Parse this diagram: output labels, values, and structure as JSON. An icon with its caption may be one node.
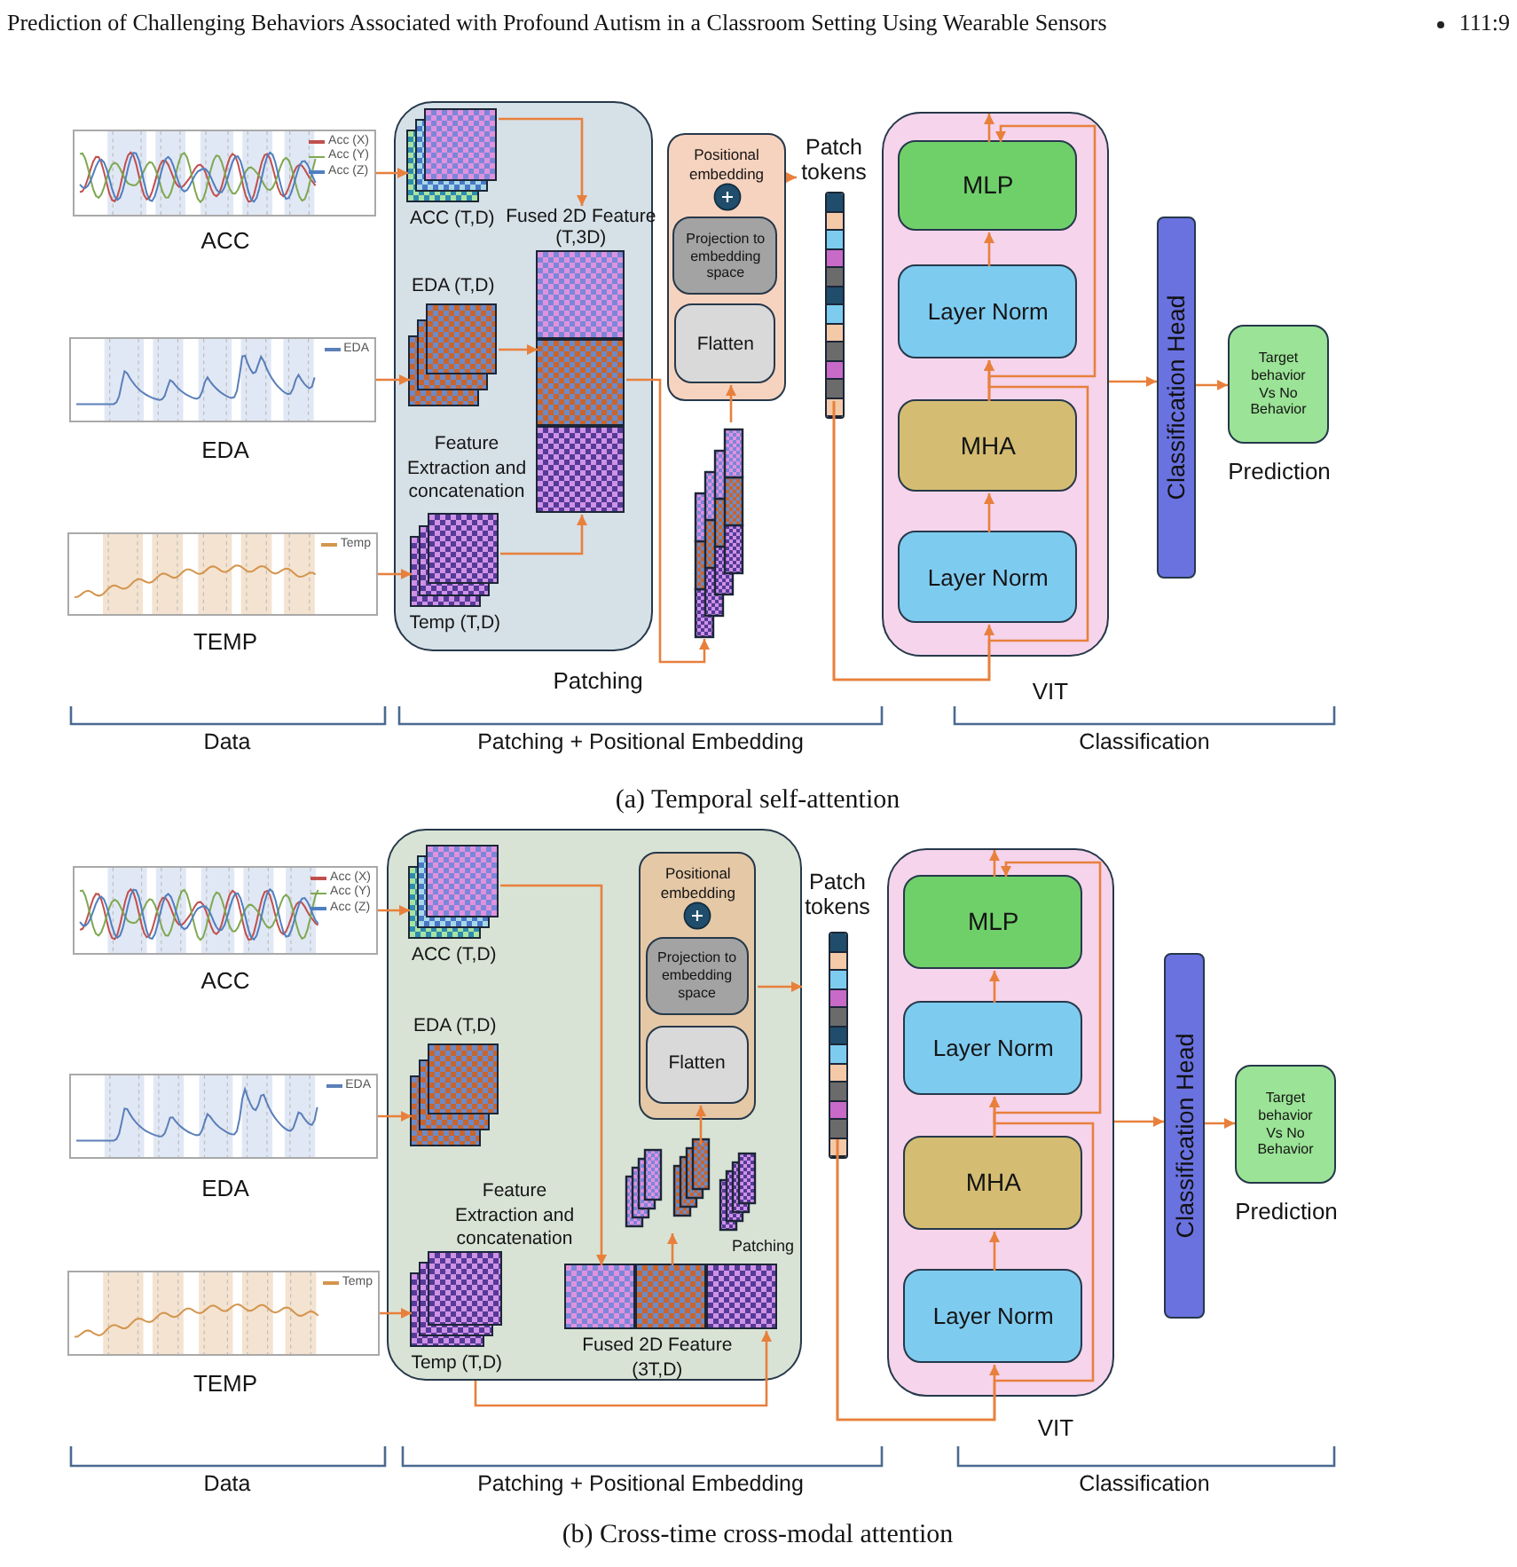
{
  "diagram": {
    "nodes": [
      {
        "text": [
          "Feature Extraction and concatenation"
        ]
      },
      {
        "text": [
          "Acc (X)",
          "Acc (Y)",
          "Acc (Z)"
        ],
        "beside": [
          "ACC"
        ]
      },
      {
        "text": [
          "EDA"
        ],
        "beside": [
          "EDA"
        ]
      },
      {
        "text": [
          "Temp"
        ],
        "beside": [
          "TEMP"
        ]
      },
      {
        "text": [
          "ACC (T,D)"
        ],
        "in": 0
      },
      {
        "text": [
          "EDA (T,D)"
        ],
        "in": 0
      },
      {
        "text": [
          "Temp (T,D)"
        ],
        "in": 0
      },
      {
        "text": [
          "Fused 2D Feature (T,3D)"
        ],
        "in": 0
      },
      {
        "text": [],
        "shape": "box",
        "beside": [
          "Patching"
        ]
      },
      {
        "text": [
          "Positional embedding"
        ]
      },
      {
        "text": [
          "Projection to embedding space"
        ],
        "in": 9
      },
      {
        "text": [
          "Flatten"
        ],
        "in": 9
      },
      {
        "text": [
          "Patch tokens"
        ]
      },
      {
        "text": [
          "VIT"
        ]
      },
      {
        "text": [
          "MLP"
        ],
        "in": 13
      },
      {
        "text": [
          "Layer Norm"
        ],
        "in": 13
      },
      {
        "text": [
          "MHA"
        ],
        "in": 13
      },
      {
        "text": [
          "Layer Norm"
        ],
        "in": 13
      },
      {
        "text": [
          "Classification Head"
        ]
      },
      {
        "text": [
          "Target behavior Vs No Behavior"
        ],
        "beside": [
          "Prediction"
        ]
      },
      {
        "text": [
          "Feature Extraction and concatenation"
        ]
      },
      {
        "text": [
          "Acc (X)",
          "Acc (Y)",
          "Acc (Z)"
        ],
        "beside": [
          "ACC"
        ]
      },
      {
        "text": [
          "EDA"
        ],
        "beside": [
          "EDA"
        ]
      },
      {
        "text": [
          "Temp"
        ],
        "beside": [
          "TEMP"
        ]
      },
      {
        "text": [
          "ACC (T,D)"
        ],
        "in": 20
      },
      {
        "text": [
          "EDA (T,D)"
        ],
        "in": 20
      },
      {
        "text": [
          "Temp (T,D)"
        ],
        "in": 20
      },
      {
        "text": [
          "Fused 2D Feature (3T,D)"
        ],
        "in": 20
      },
      {
        "text": [],
        "shape": "box",
        "in": 20,
        "beside": [
          "Patching"
        ]
      },
      {
        "text": [
          "Positional embedding"
        ],
        "in": 20
      },
      {
        "text": [
          "Projection to embedding space"
        ],
        "in": 29
      },
      {
        "text": [
          "Flatten"
        ],
        "in": 29
      },
      {
        "text": [
          "Patch tokens"
        ]
      },
      {
        "text": [
          "VIT"
        ]
      },
      {
        "text": [
          "MLP"
        ],
        "in": 33
      },
      {
        "text": [
          "Layer Norm"
        ],
        "in": 33
      },
      {
        "text": [
          "MHA"
        ],
        "in": 33
      },
      {
        "text": [
          "Layer Norm"
        ],
        "in": 33
      },
      {
        "text": [
          "Classification Head"
        ]
      },
      {
        "text": [
          "Target behavior Vs No Behavior"
        ],
        "beside": [
          "Prediction"
        ]
      }
    ],
    "edges": [
      {
        "from": 1,
        "to": 4,
        "arrow": "to"
      },
      {
        "from": 2,
        "to": 5,
        "arrow": "to"
      },
      {
        "from": 3,
        "to": 6,
        "arrow": "to"
      },
      {
        "from": 4,
        "to": 7,
        "arrow": "to"
      },
      {
        "from": 5,
        "to": 7,
        "arrow": "to"
      },
      {
        "from": 6,
        "to": 7,
        "arrow": "to"
      },
      {
        "from": 7,
        "to": 8,
        "arrow": "to"
      },
      {
        "from": 8,
        "to": 11,
        "arrow": "to"
      },
      {
        "from": 9,
        "to": 12,
        "arrow": "to"
      },
      {
        "from": 12,
        "to": 17,
        "arrow": "to"
      },
      {
        "from": 17,
        "to": 16,
        "arrow": "to"
      },
      {
        "from": 16,
        "to": 15,
        "arrow": "to"
      },
      {
        "from": 15,
        "to": 14,
        "arrow": "to"
      },
      {
        "from": 13,
        "to": 18,
        "arrow": "to"
      },
      {
        "from": 18,
        "to": 19,
        "arrow": "to"
      },
      {
        "from": 21,
        "to": 24,
        "arrow": "to"
      },
      {
        "from": 22,
        "to": 25,
        "arrow": "to"
      },
      {
        "from": 23,
        "to": 26,
        "arrow": "to"
      },
      {
        "from": 24,
        "to": 27,
        "arrow": "to"
      },
      {
        "from": 26,
        "to": 27,
        "arrow": "to"
      },
      {
        "from": 27,
        "to": 28,
        "arrow": "to"
      },
      {
        "from": 28,
        "to": 31,
        "arrow": "to"
      },
      {
        "from": 29,
        "to": 32,
        "arrow": "to"
      },
      {
        "from": 32,
        "to": 37,
        "arrow": "to"
      },
      {
        "from": 37,
        "to": 36,
        "arrow": "to"
      },
      {
        "from": 36,
        "to": 35,
        "arrow": "to"
      },
      {
        "from": 35,
        "to": 34,
        "arrow": "to"
      },
      {
        "from": 33,
        "to": 38,
        "arrow": "to"
      },
      {
        "from": 38,
        "to": 39,
        "arrow": "to"
      },
      {
        "from": 12,
        "to": 15,
        "arrow": "to"
      },
      {
        "from": 16,
        "to": 14,
        "arrow": "to"
      },
      {
        "from": 14,
        "to": null,
        "arrow": "to"
      },
      {
        "from": 32,
        "to": 35,
        "arrow": "to"
      },
      {
        "from": 36,
        "to": 34,
        "arrow": "to"
      },
      {
        "from": 34,
        "to": null,
        "arrow": "to"
      }
    ],
    "labels": [
      "Prediction of Challenging Behaviors Associated with Profound Autism in a Classroom Setting Using Wearable Sensors",
      "111:9",
      "Data",
      "Patching + Positional Embedding",
      "Classification",
      "(a) Temporal self-attention",
      "Data",
      "Patching + Positional Embedding",
      "Classification",
      "(b) Cross-time cross-modal attention"
    ]
  }
}
